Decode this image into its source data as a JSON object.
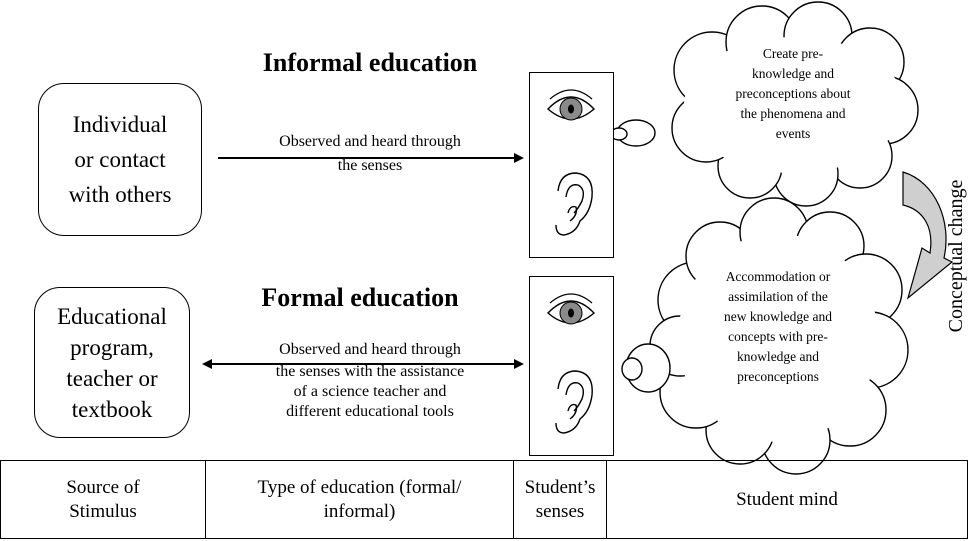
{
  "informal": {
    "heading": "Informal education",
    "source_lines": [
      "Individual",
      "or contact",
      "with others"
    ],
    "arrow_label_lines": [
      "Observed and heard through",
      "the senses"
    ],
    "cloud_lines": [
      "Create pre-",
      "knowledge and",
      "preconceptions about",
      "the phenomena and",
      "events"
    ]
  },
  "formal": {
    "heading": "Formal education",
    "source_lines": [
      "Educational",
      "program,",
      "teacher or",
      "textbook"
    ],
    "arrow_label_lines": [
      "Observed and heard through",
      "the senses with the assistance",
      "of a science teacher and",
      "different educational tools"
    ],
    "cloud_lines": [
      "Accommodation or",
      "assimilation of the",
      "new knowledge and",
      "concepts with pre-",
      "knowledge and",
      "preconceptions"
    ]
  },
  "side_label": "Conceptual change",
  "table": {
    "col1": [
      "Source of",
      "Stimulus"
    ],
    "col2": [
      "Type of education (formal/",
      "informal)"
    ],
    "col3": [
      "Student’s",
      "senses"
    ],
    "col4": [
      "Student mind"
    ]
  },
  "colors": {
    "arrow_fill": "#cfcfcf",
    "iris": "#8a8a8a",
    "stroke": "#000000"
  }
}
